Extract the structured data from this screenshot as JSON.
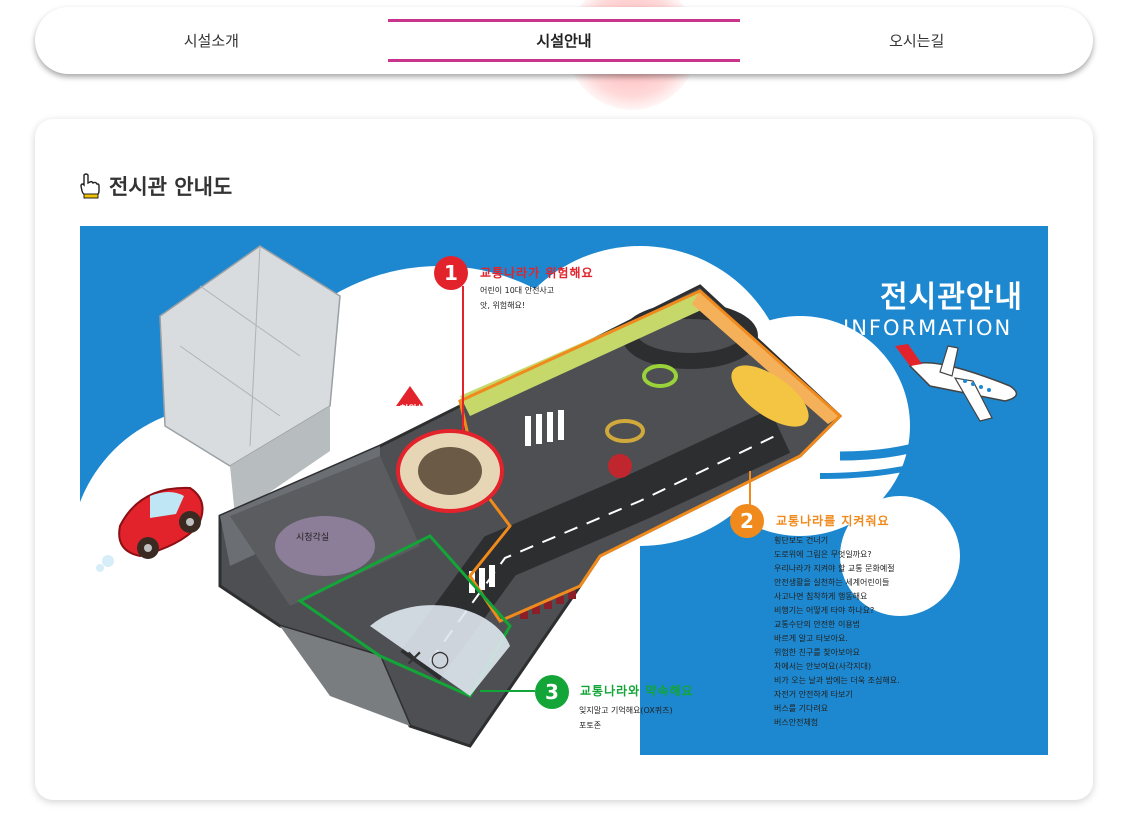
{
  "tabs": [
    {
      "label": "시설소개",
      "active": false
    },
    {
      "label": "시설안내",
      "active": true
    },
    {
      "label": "오시는길",
      "active": false
    }
  ],
  "section": {
    "title": "전시관 안내도",
    "icon": "pointing-hand-icon"
  },
  "map": {
    "title_ko": "전시관안내",
    "title_en": "INFORMATION",
    "hall_label": "시청각실",
    "current_location_label": "현위치",
    "colors": {
      "background": "#1d88cf",
      "zone1": "#e3232c",
      "zone2": "#f08a1c",
      "zone3": "#13a538"
    },
    "zones": [
      {
        "number": "1",
        "title": "교통나라가 위험해요",
        "items": [
          "어린이 10대 안전사고",
          "앗, 위험해요!"
        ]
      },
      {
        "number": "2",
        "title": "교통나라를 지켜줘요",
        "items": [
          "횡단보도 건너기",
          "도로위에 그림은 무엇일까요?",
          "우리나라가 지켜야 할 교통 문화예절",
          "안전생활을 실천하는 세계어린이들",
          "사고나면 침착하게 행동해요",
          "비행기는 어떻게 타야 하나요?",
          "교통수단의 안전한 이용법",
          "바르게 알고 타보아요.",
          "위험한 친구를 찾아보아요",
          "차에서는 안보여요(사각지대)",
          "비가 오는 날과 밤에는 더욱 조심해요.",
          "자전거 안전하게 타보기",
          "버스를 기다려요",
          "버스안전체험"
        ]
      },
      {
        "number": "3",
        "title": "교통나라와 약속해요",
        "items": [
          "잊지말고 기억해요(OX퀴즈)",
          "포토존"
        ]
      }
    ]
  }
}
